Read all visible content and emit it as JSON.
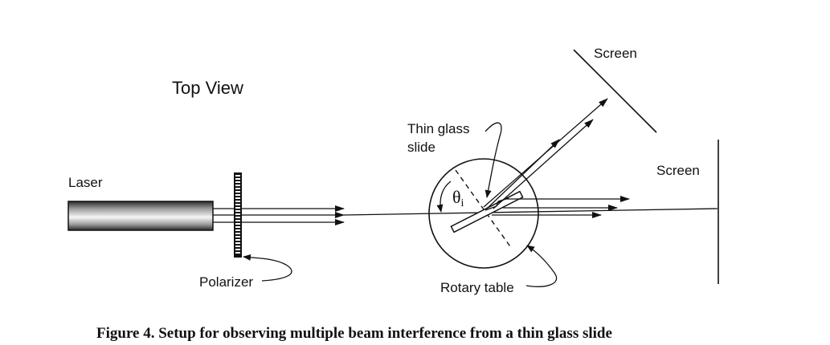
{
  "diagram": {
    "view_label": "Top View",
    "components": {
      "laser": "Laser",
      "polarizer": "Polarizer",
      "thin_glass_slide": "Thin glass slide",
      "thin_glass_slide_line1": "Thin glass",
      "thin_glass_slide_line2": "slide",
      "rotary_table": "Rotary table",
      "screen_angled": "Screen",
      "screen_vertical": "Screen"
    },
    "angle_symbol": "θ",
    "angle_subscript": "i",
    "caption": "Figure 4.  Setup for observing multiple beam interference from a thin glass slide",
    "beams": {
      "incident_count": 3,
      "reflected_count": 3,
      "transmitted_count": 3
    }
  }
}
